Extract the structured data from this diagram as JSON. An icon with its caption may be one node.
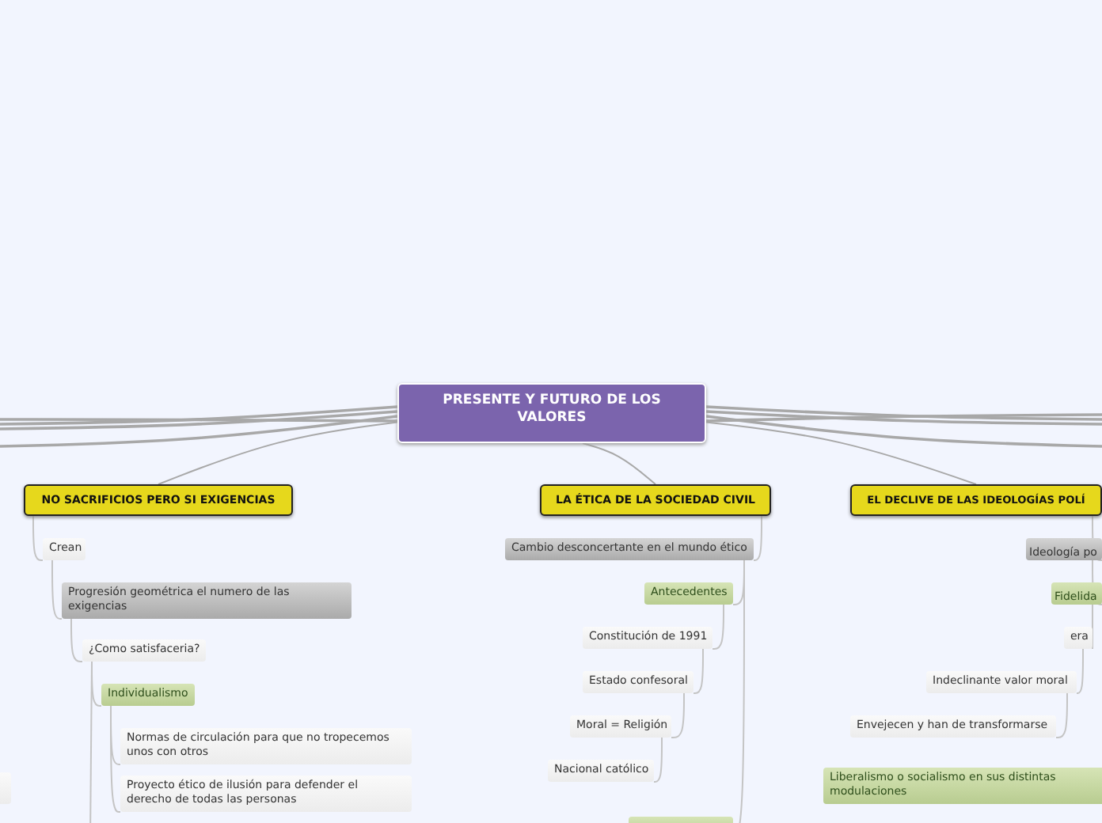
{
  "diagram": {
    "nodes": [
      {
        "text": [
          "PRESENTE Y FUTURO DE LOS VALORES"
        ]
      },
      {
        "text": [
          "NO SACRIFICIOS PERO SI EXIGENCIAS"
        ]
      },
      {
        "text": [
          "Crean"
        ]
      },
      {
        "text": [
          "Progresión geométrica el numero de las exigencias"
        ]
      },
      {
        "text": [
          "¿Como satisfaceria?"
        ]
      },
      {
        "text": [
          "Individualismo"
        ]
      },
      {
        "text": [
          "Normas de circulación para que no tropecemos unos con otros"
        ]
      },
      {
        "text": [
          "Proyecto ético de ilusión para defender el derecho de todas las personas"
        ]
      },
      {
        "text": [
          "LA ÉTICA DE LA SOCIEDAD CIVIL"
        ]
      },
      {
        "text": [
          "Cambio desconcertante en el mundo ético"
        ]
      },
      {
        "text": [
          "Antecedentes"
        ]
      },
      {
        "text": [
          "Constitución de 1991"
        ]
      },
      {
        "text": [
          "Estado confesoral"
        ]
      },
      {
        "text": [
          "Moral = Religión"
        ]
      },
      {
        "text": [
          "Nacional católico"
        ]
      },
      {
        "text": [
          "EL DECLIVE DE LAS IDEOLOGÍAS POLÍ"
        ]
      },
      {
        "text": [
          "Ideología po"
        ]
      },
      {
        "text": [
          "Fidelida"
        ]
      },
      {
        "text": [
          "era"
        ]
      },
      {
        "text": [
          "Indeclinante valor moral"
        ]
      },
      {
        "text": [
          "Envejecen y han de transformarse"
        ]
      },
      {
        "text": [
          "Liberalismo o socialismo en sus distintas modulaciones"
        ]
      },
      {
        "text": [],
        "shape": "box"
      },
      {
        "text": [],
        "shape": "box"
      }
    ],
    "edges": [
      {
        "from": 0,
        "to": 1,
        "arrow": "none"
      },
      {
        "from": 0,
        "to": 8,
        "arrow": "none"
      },
      {
        "from": 0,
        "to": 15,
        "arrow": "none"
      },
      {
        "from": 0,
        "to": null,
        "arrow": "none"
      },
      {
        "from": 0,
        "to": null,
        "arrow": "none"
      },
      {
        "from": 0,
        "to": null,
        "arrow": "none"
      },
      {
        "from": 0,
        "to": null,
        "arrow": "none"
      },
      {
        "from": 0,
        "to": null,
        "arrow": "none"
      },
      {
        "from": 0,
        "to": null,
        "arrow": "none"
      },
      {
        "from": 0,
        "to": null,
        "arrow": "none"
      },
      {
        "from": 0,
        "to": null,
        "arrow": "none"
      },
      {
        "from": 1,
        "to": 2,
        "arrow": "none"
      },
      {
        "from": 2,
        "to": 3,
        "arrow": "none"
      },
      {
        "from": 3,
        "to": 4,
        "arrow": "none"
      },
      {
        "from": 4,
        "to": 5,
        "arrow": "none"
      },
      {
        "from": 5,
        "to": 6,
        "arrow": "none"
      },
      {
        "from": 5,
        "to": 7,
        "arrow": "none"
      },
      {
        "from": 4,
        "to": null,
        "arrow": "none"
      },
      {
        "from": 8,
        "to": 9,
        "arrow": "none"
      },
      {
        "from": 9,
        "to": 10,
        "arrow": "none"
      },
      {
        "from": 10,
        "to": 11,
        "arrow": "none"
      },
      {
        "from": 11,
        "to": 12,
        "arrow": "none"
      },
      {
        "from": 12,
        "to": 13,
        "arrow": "none"
      },
      {
        "from": 13,
        "to": 14,
        "arrow": "none"
      },
      {
        "from": 9,
        "to": 22,
        "arrow": "none"
      },
      {
        "from": 15,
        "to": 16,
        "arrow": "none"
      },
      {
        "from": 16,
        "to": 17,
        "arrow": "none"
      },
      {
        "from": 17,
        "to": 18,
        "arrow": "none"
      },
      {
        "from": 18,
        "to": 19,
        "arrow": "none"
      },
      {
        "from": 19,
        "to": 20,
        "arrow": "none"
      }
    ]
  }
}
